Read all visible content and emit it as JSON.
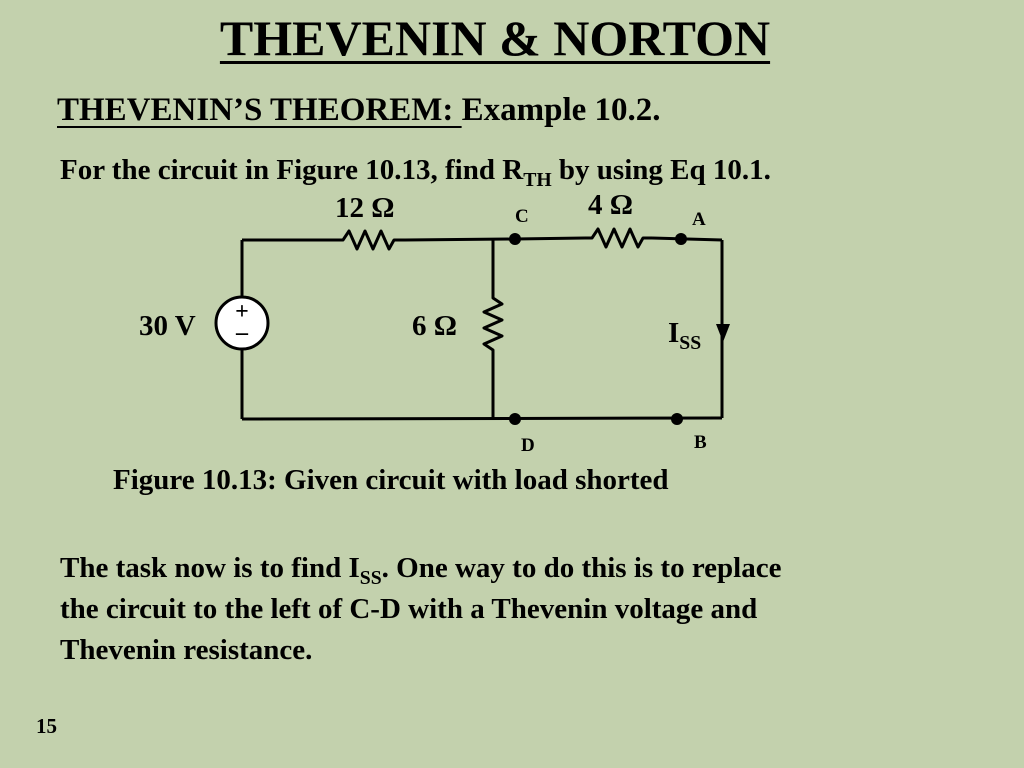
{
  "slide": {
    "title": "THEVENIN & NORTON",
    "subtitle_underlined": "THEVENIN’S THEOREM: ",
    "subtitle_rest": "Example 10.2.",
    "problem": {
      "prefix": "For the circuit in Figure 10.13, find R",
      "sub": "TH",
      "suffix": " by using Eq 10.1."
    },
    "caption": "Figure 10.13:  Given circuit with load shorted",
    "paragraph": {
      "line1_prefix": "The task now is to find I",
      "line1_sub": "SS",
      "line1_suffix": ".  One way to do this is to replace",
      "line2": "the circuit to the left of C-D with a Thevenin voltage and",
      "line3": "Thevenin resistance."
    },
    "page_number": "15"
  },
  "circuit": {
    "r1_label": "12 Ω",
    "r2_label": "4 Ω",
    "r3_label": "6 Ω",
    "source_label": "30 V",
    "source_plus": "+",
    "source_minus": "–",
    "node_c": "C",
    "node_a": "A",
    "node_d": "D",
    "node_b": "B",
    "current_label": "I",
    "current_sub": "SS"
  }
}
